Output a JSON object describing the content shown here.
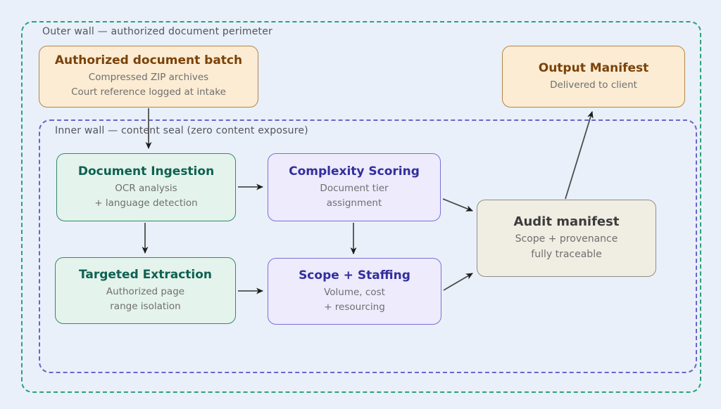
{
  "walls": {
    "outer_label": "Outer wall — authorized document perimeter",
    "inner_label": "Inner wall — content seal (zero content exposure)"
  },
  "nodes": [
    {
      "id": "authorized-batch",
      "title": "Authorized document batch",
      "lines": [
        "Compressed ZIP archives",
        "Court reference logged at intake"
      ],
      "theme": "tan"
    },
    {
      "id": "output-manifest",
      "title": "Output Manifest",
      "lines": [
        "Delivered to client"
      ],
      "theme": "tan"
    },
    {
      "id": "document-ingestion",
      "title": "Document Ingestion",
      "lines": [
        "OCR analysis",
        "+ language detection"
      ],
      "theme": "green"
    },
    {
      "id": "complexity-scoring",
      "title": "Complexity Scoring",
      "lines": [
        "Document tier",
        "assignment"
      ],
      "theme": "purple"
    },
    {
      "id": "targeted-extraction",
      "title": "Targeted Extraction",
      "lines": [
        "Authorized page",
        "range isolation"
      ],
      "theme": "green"
    },
    {
      "id": "scope-staffing",
      "title": "Scope + Staffing",
      "lines": [
        "Volume, cost",
        "+ resourcing"
      ],
      "theme": "purple"
    },
    {
      "id": "audit-manifest",
      "title": "Audit manifest",
      "lines": [
        "Scope + provenance",
        "fully traceable"
      ],
      "theme": "gray"
    }
  ],
  "colors": {
    "background": "#e9f0f9",
    "outer_wall": "#2aa37a",
    "inner_wall": "#6c63cf",
    "tan_fill": "#fbecd3",
    "tan_border": "#b6854b",
    "tan_title": "#7b4209",
    "green_fill": "#e4f3eb",
    "green_border": "#318a68",
    "green_title": "#0e6152",
    "purple_fill": "#edebfc",
    "purple_border": "#7a70d8",
    "purple_title": "#322e9d",
    "gray_fill": "#f0ede3",
    "gray_border": "#908f88",
    "subtitle_text": "#6f6f6f",
    "arrow": "#4d4d4d"
  }
}
